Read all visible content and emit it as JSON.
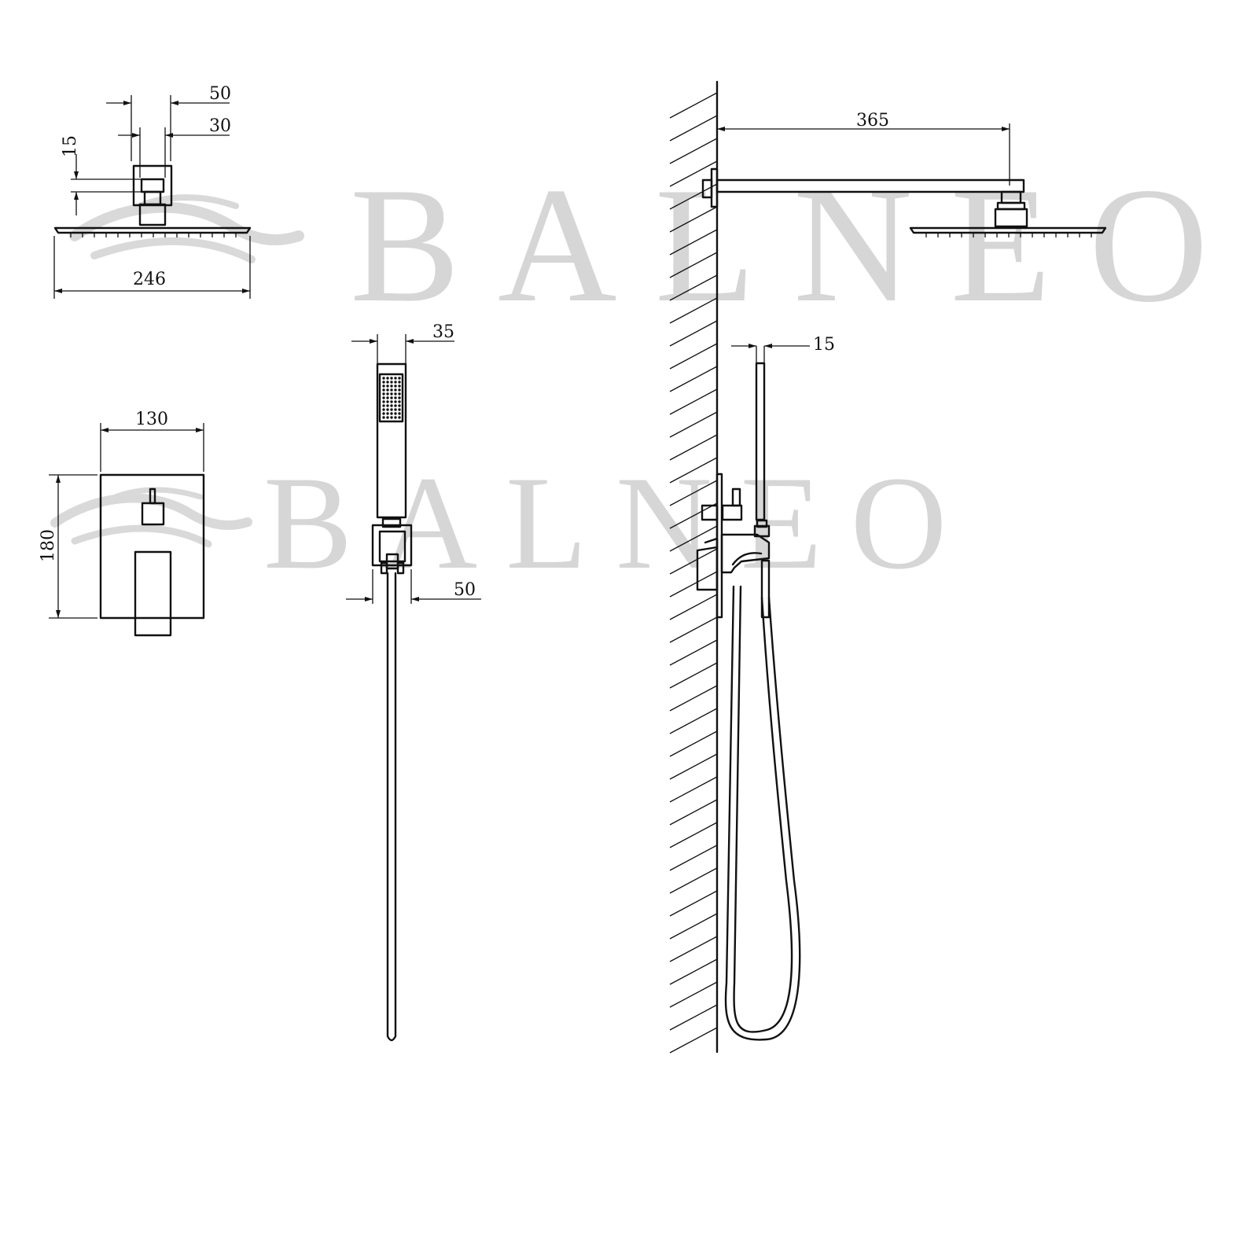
{
  "watermark": {
    "text": "BALNEO",
    "color": "#d6d6d6"
  },
  "dimensions": {
    "head_mount_width": "50",
    "head_mount_inner": "30",
    "head_mount_height": "15",
    "head_diameter": "246",
    "arm_length": "365",
    "handheld_width": "35",
    "holder_width": "50",
    "hose_offset": "15",
    "plate_width": "130",
    "plate_height": "180"
  },
  "colors": {
    "line": "#111111",
    "background": "#ffffff"
  }
}
